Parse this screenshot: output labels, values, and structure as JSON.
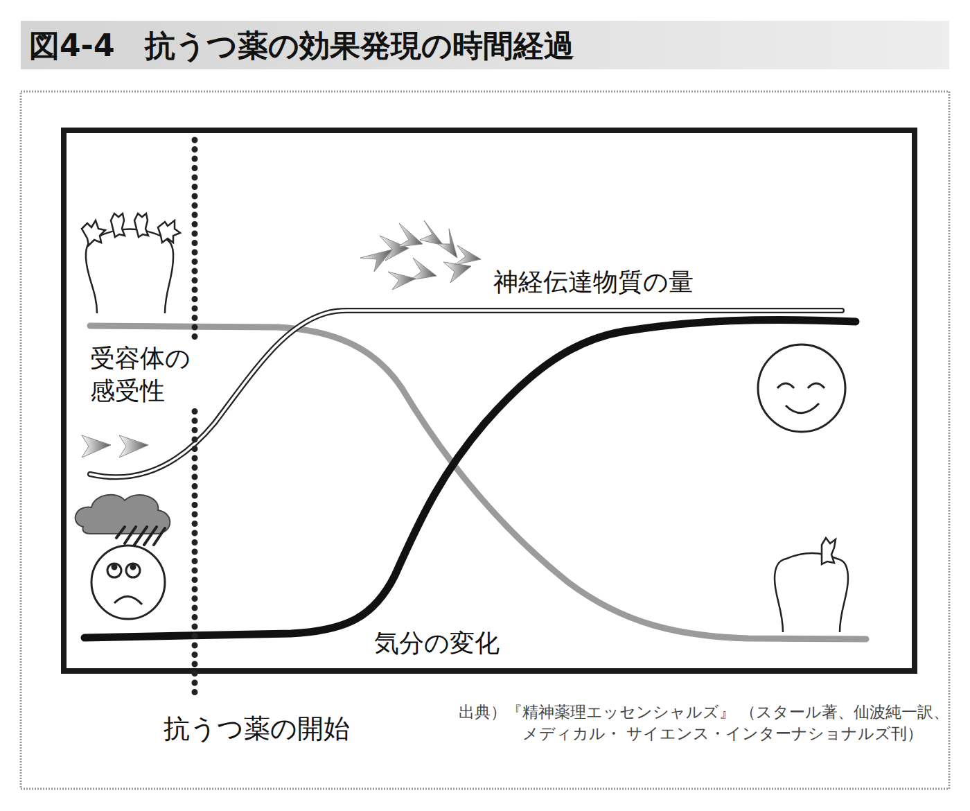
{
  "diagram": {
    "title": "図4-4　抗うつ薬の効果発現の時間経過",
    "labels": [
      "神経伝達物質の量",
      "受容体の 感受性",
      "気分の変化",
      "抗うつ薬の開始",
      "出典）『精神薬理エッセンシャルズ』 （スタール著、仙波純一訳、メディカル・ サイエンス・インターナショナルズ刊）"
    ]
  }
}
